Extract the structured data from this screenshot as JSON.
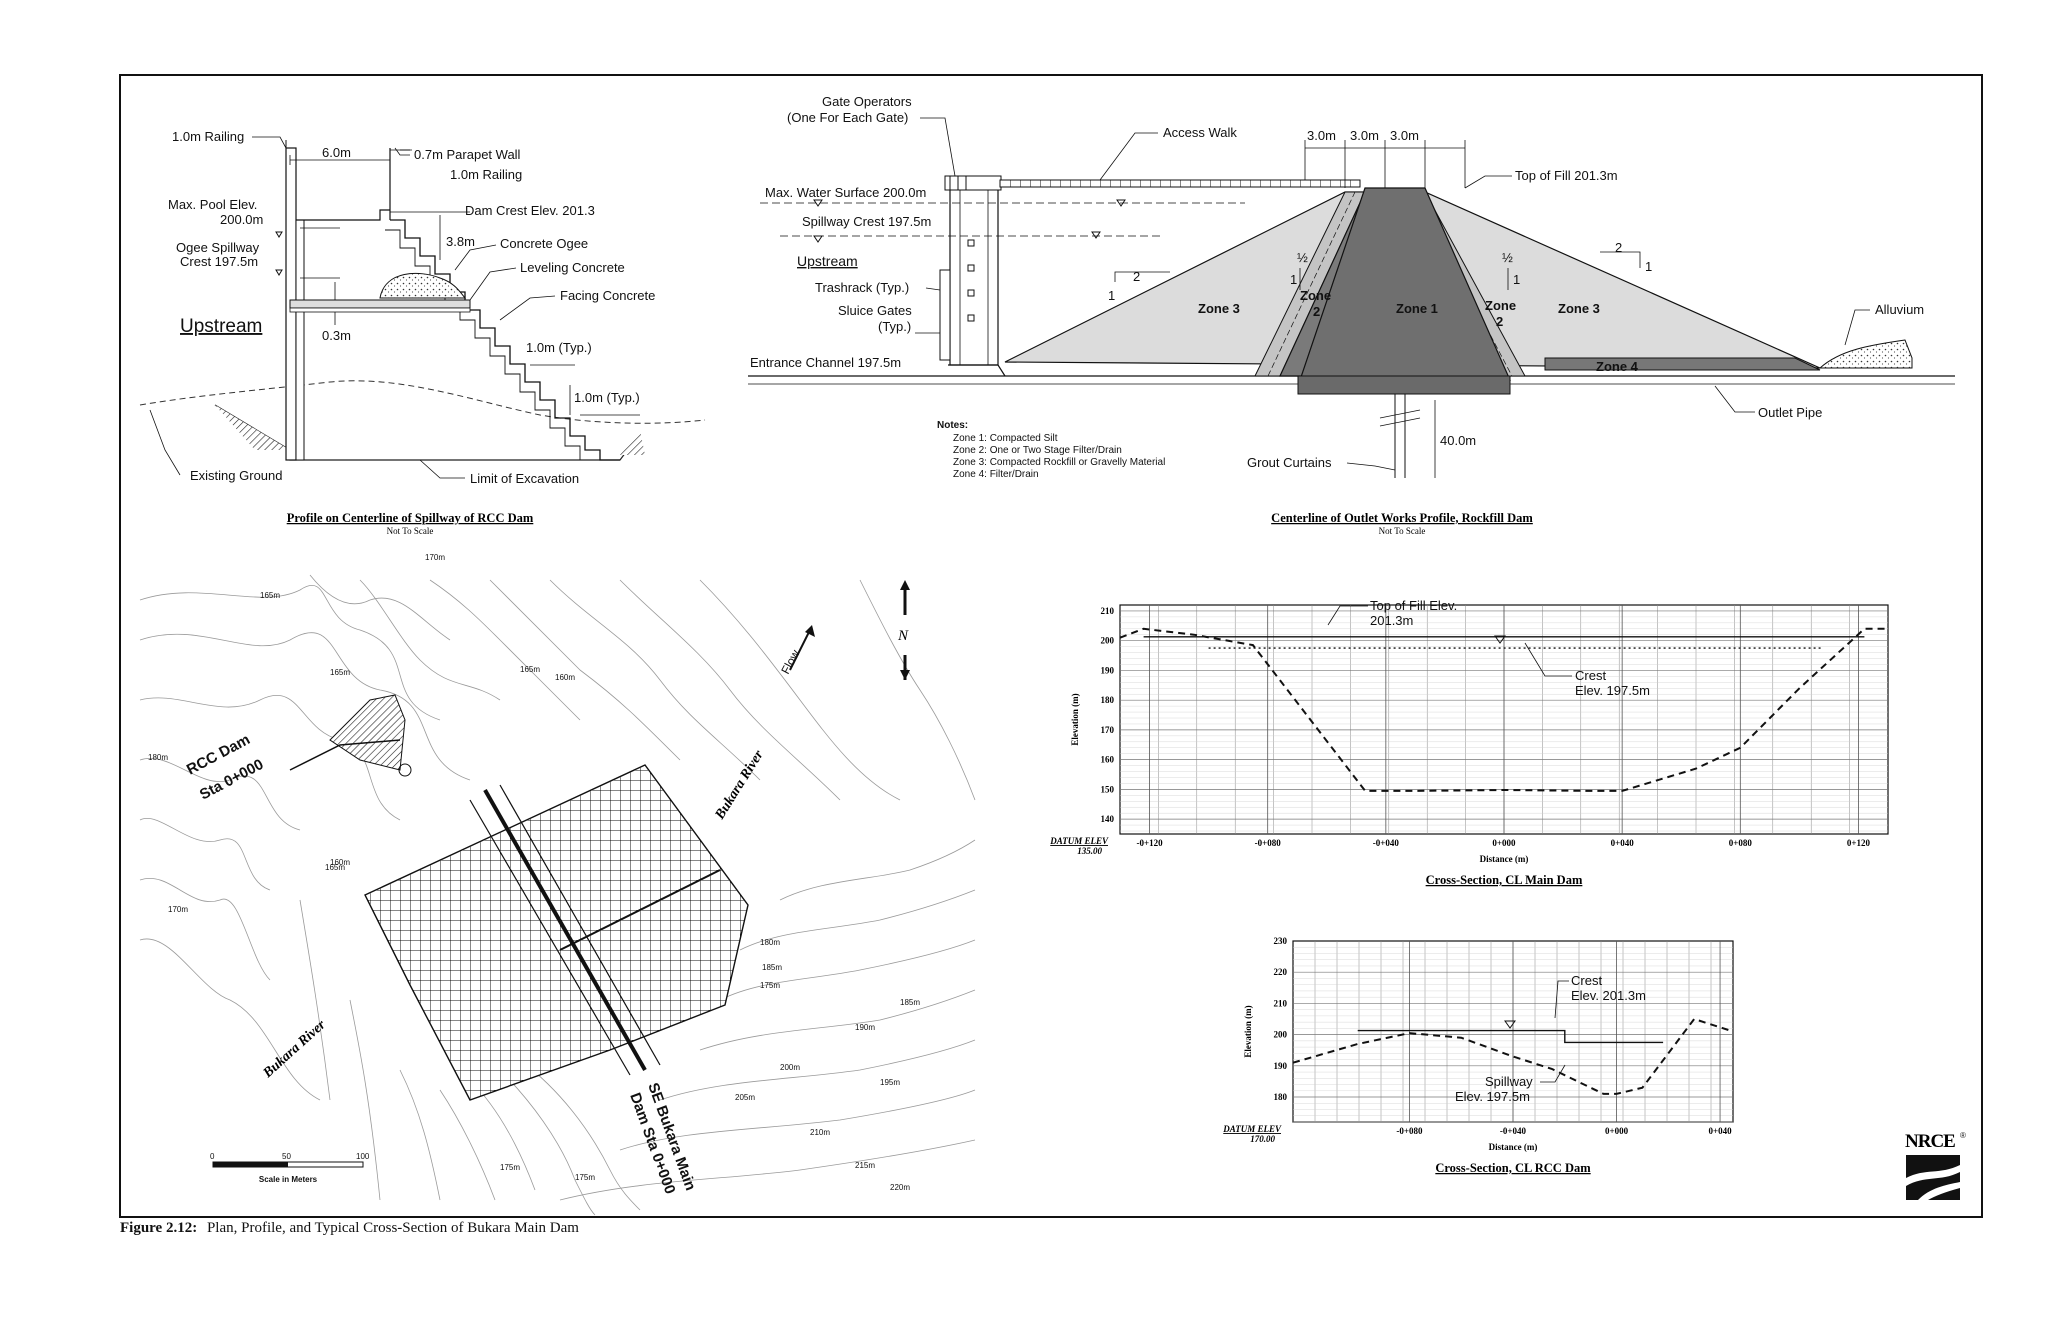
{
  "figure_caption": {
    "number": "Figure 2.12:",
    "text": "Plan, Profile, and Typical Cross-Section of Bukara Main Dam"
  },
  "logo": {
    "text": "NRCE",
    "mark": "®"
  },
  "spillway_profile": {
    "title": "Profile on Centerline of Spillway of RCC Dam",
    "subtitle": "Not To Scale",
    "labels": {
      "railing_left": "1.0m Railing",
      "width": "6.0m",
      "parapet": "0.7m Parapet Wall",
      "railing_right": "1.0m Railing",
      "max_pool_1": "Max. Pool Elev.",
      "max_pool_2": "200.0m",
      "dam_crest": "Dam Crest Elev. 201.3",
      "height": "3.8m",
      "ogee_1": "Ogee Spillway",
      "ogee_2": "Crest 197.5m",
      "concrete_ogee": "Concrete Ogee",
      "leveling": "Leveling Concrete",
      "upstream": "Upstream",
      "facing": "Facing Concrete",
      "thickness": "0.3m",
      "step_h": "1.0m (Typ.)",
      "step_v": "1.0m (Typ.)",
      "existing_ground": "Existing Ground",
      "limit_excavation": "Limit of Excavation"
    }
  },
  "outlet_profile": {
    "title": "Centerline of Outlet Works Profile, Rockfill Dam",
    "subtitle": "Not To Scale",
    "labels": {
      "gate_ops_1": "Gate Operators",
      "gate_ops_2": "(One For Each Gate)",
      "access_walk": "Access Walk",
      "dim1": "3.0m",
      "dim2": "3.0m",
      "dim3": "3.0m",
      "top_fill": "Top of Fill 201.3m",
      "max_ws": "Max. Water Surface 200.0m",
      "spillway_crest": "Spillway Crest 197.5m",
      "upstream": "Upstream",
      "trashrack": "Trashrack (Typ.)",
      "sluice_1": "Sluice Gates",
      "sluice_2": "(Typ.)",
      "entrance": "Entrance Channel 197.5m",
      "zone3_left": "Zone 3",
      "zone2_left_a": "Zone",
      "zone2_left_b": "2",
      "zone1": "Zone 1",
      "zone2_right_a": "Zone",
      "zone2_right_b": "2",
      "zone3_right": "Zone 3",
      "zone4": "Zone 4",
      "alluvium": "Alluvium",
      "outlet_pipe": "Outlet Pipe",
      "grout": "Grout Curtains",
      "depth": "40.0m",
      "slope_up_h": "2",
      "slope_up_v": "1",
      "slope_filter_h": "½",
      "slope_filter_v": "1",
      "slope_filter2_h": "½",
      "slope_filter2_v": "1",
      "slope_dn_h": "2",
      "slope_dn_v": "1"
    },
    "notes_title": "Notes:",
    "notes": [
      "Zone 1: Compacted Silt",
      "Zone 2: One or Two Stage Filter/Drain",
      "Zone 3: Compacted Rockfill or Gravelly Material",
      "Zone 4: Filter/Drain"
    ]
  },
  "plan_map": {
    "rcc_label_1": "RCC Dam",
    "rcc_label_2": "Sta 0+000",
    "se_label_1": "SE Bukara Main",
    "se_label_2": "Dam Sta 0+000",
    "river_1": "Bukara River",
    "river_2": "Bukara River",
    "flow": "Flow",
    "north": "N",
    "contours": [
      "165m",
      "160m",
      "165m",
      "170m",
      "175m",
      "180m",
      "185m",
      "190m",
      "195m",
      "200m",
      "205m",
      "210m",
      "215m",
      "220m",
      "175m",
      "160m",
      "165m",
      "180m",
      "185m",
      "175m",
      "170m",
      "165m"
    ],
    "scale_ticks": [
      "0",
      "50",
      "100"
    ],
    "scale_label": "Scale in Meters"
  },
  "chart_data": [
    {
      "type": "line",
      "title": "Cross-Section, CL Main Dam",
      "xlabel": "Distance (m)",
      "ylabel": "Elevation (m)",
      "datum_1": "DATUM ELEV",
      "datum_2": "135.00",
      "xlim": [
        -130,
        130
      ],
      "ylim": [
        135,
        212
      ],
      "x_ticks": [
        -120,
        -80,
        -40,
        0,
        40,
        80,
        120
      ],
      "x_tick_labels": [
        "-0+120",
        "-0+080",
        "-0+040",
        "0+000",
        "0+040",
        "0+080",
        "0+120"
      ],
      "y_ticks": [
        140,
        150,
        160,
        170,
        180,
        190,
        200,
        210
      ],
      "grid": true,
      "series": [
        {
          "style": "dashed",
          "x": [
            -130,
            -122,
            -105,
            -85,
            -47,
            -30,
            0,
            30,
            40,
            65,
            80,
            100,
            122,
            130
          ],
          "y": [
            201,
            204,
            202,
            198.5,
            149.5,
            149.5,
            149.8,
            149.5,
            149.5,
            157,
            164,
            184,
            204,
            204
          ]
        },
        {
          "style": "solid",
          "x": [
            -122,
            122
          ],
          "y": [
            201.3,
            201.3
          ]
        },
        {
          "style": "dotted",
          "x": [
            -100,
            108
          ],
          "y": [
            197.5,
            197.5
          ]
        }
      ],
      "annotations": [
        {
          "text_1": "Top of Fill Elev.",
          "text_2": "201.3m"
        },
        {
          "text_1": "Crest",
          "text_2": "Elev. 197.5m"
        }
      ]
    },
    {
      "type": "line",
      "title": "Cross-Section, CL RCC Dam",
      "xlabel": "Distance (m)",
      "ylabel": "Elevation (m)",
      "datum_1": "DATUM ELEV",
      "datum_2": "170.00",
      "xlim": [
        -125,
        45
      ],
      "ylim": [
        172,
        230
      ],
      "x_ticks": [
        -80,
        -40,
        0,
        40
      ],
      "x_tick_labels": [
        "-0+080",
        "-0+040",
        "0+000",
        "0+040"
      ],
      "y_ticks": [
        180,
        190,
        200,
        210,
        220,
        230
      ],
      "grid": true,
      "series": [
        {
          "style": "dashed",
          "x": [
            -125,
            -100,
            -80,
            -60,
            -40,
            -25,
            -10,
            -5,
            0,
            10,
            30,
            45
          ],
          "y": [
            191,
            197,
            200.5,
            199,
            193,
            189,
            183,
            181,
            181,
            183,
            205,
            201
          ]
        },
        {
          "style": "solid",
          "x": [
            -100,
            -20,
            -20,
            18
          ],
          "y": [
            201.3,
            201.3,
            197.5,
            197.5
          ]
        }
      ],
      "annotations": [
        {
          "text_1": "Crest",
          "text_2": "Elev. 201.3m"
        },
        {
          "text_1": "Spillway",
          "text_2": "Elev. 197.5m"
        }
      ]
    }
  ]
}
